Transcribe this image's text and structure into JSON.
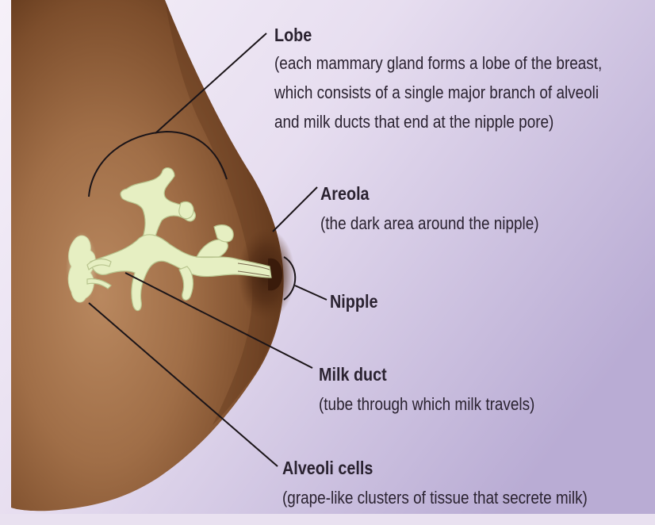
{
  "labels": {
    "lobe": {
      "title": "Lobe",
      "desc": [
        "(each mammary gland forms a lobe of the breast,",
        "which consists of a single major branch of alveoli",
        "and milk ducts that end at the nipple pore)"
      ]
    },
    "areola": {
      "title": "Areola",
      "desc": [
        "(the dark area around the nipple)"
      ]
    },
    "nipple": {
      "title": "Nipple"
    },
    "milk_duct": {
      "title": "Milk duct",
      "desc": [
        "(tube through which milk travels)"
      ]
    },
    "alveoli_cells": {
      "title": "Alveoli cells",
      "desc": [
        "(grape-like clusters of tissue that secrete milk)"
      ]
    }
  },
  "colors": {
    "background_light": "#f4eef8",
    "background_purple": "#bdb0d6",
    "skin_light": "#ad7a52",
    "skin_dark": "#5a3218",
    "gland": "#e6efc2",
    "line": "#1a1418"
  }
}
